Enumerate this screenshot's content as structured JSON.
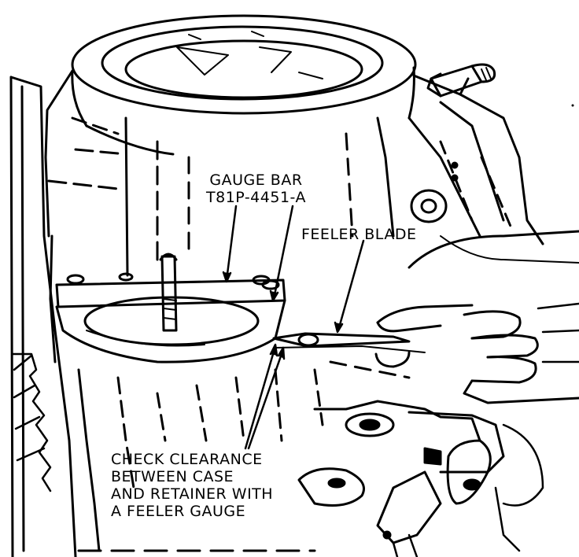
{
  "labels": {
    "gauge_bar": {
      "line1": "GAUGE BAR",
      "line2": "T81P-4451-A"
    },
    "feeler_blade": "FEELER BLADE",
    "check_clearance": {
      "line1": "CHECK CLEARANCE",
      "line2": "BETWEEN CASE",
      "line3": "AND RETAINER WITH",
      "line4": "A FEELER GAUGE"
    }
  },
  "colors": {
    "ink": "#000000",
    "paper": "#ffffff"
  }
}
